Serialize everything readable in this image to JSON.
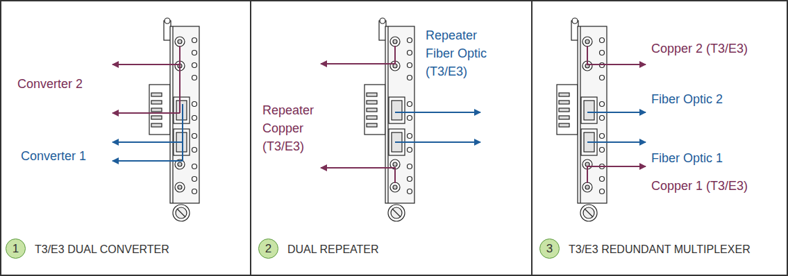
{
  "diagram": {
    "nodes": [
      {
        "text": [
          "T3/E3 DUAL CONVERTER"
        ]
      },
      {
        "text": [
          "1"
        ],
        "in": 0
      },
      {
        "text": [
          "DUAL REPEATER"
        ]
      },
      {
        "text": [
          "2"
        ],
        "in": 2
      },
      {
        "text": [
          "T3/E3 REDUNDANT MULTIPLEXER"
        ]
      },
      {
        "text": [
          "3"
        ],
        "in": 4
      }
    ],
    "labels": [
      "Converter 2",
      "Converter 1",
      "Repeater Fiber Optic (T3/E3)",
      "Repeater Copper (T3/E3)",
      "Copper 2 (T3/E3)",
      "Fiber Optic 2",
      "Fiber Optic 1",
      "Copper 1 (T3/E3)"
    ]
  }
}
